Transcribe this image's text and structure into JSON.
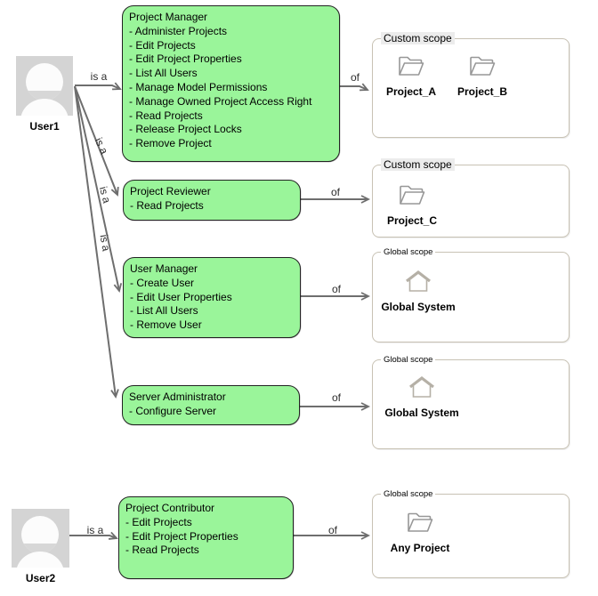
{
  "edges": {
    "is_a": "is a",
    "of": "of"
  },
  "users": [
    {
      "label": "User1",
      "icon": "user-avatar"
    },
    {
      "label": "User2",
      "icon": "user-avatar"
    }
  ],
  "roles": [
    {
      "title": "Project Manager",
      "permissions": [
        "- Administer Projects",
        "- Edit Projects",
        "- Edit Project Properties",
        "- List All Users",
        "- Manage Model Permissions",
        "- Manage Owned Project Access Right",
        "- Read Projects",
        "- Release Project Locks",
        "- Remove Project"
      ]
    },
    {
      "title": "Project Reviewer",
      "permissions": [
        "- Read Projects"
      ]
    },
    {
      "title": "User Manager",
      "permissions": [
        "- Create User",
        "- Edit User Properties",
        "- List All Users",
        "- Remove User"
      ]
    },
    {
      "title": "Server Administrator",
      "permissions": [
        "- Configure Server"
      ]
    },
    {
      "title": "Project Contributor",
      "permissions": [
        "- Edit Projects",
        "- Edit Project Properties",
        "- Read Projects"
      ]
    }
  ],
  "scopes": [
    {
      "label": "Custom scope",
      "items": [
        {
          "icon": "folder",
          "name": "Project_A"
        },
        {
          "icon": "folder",
          "name": "Project_B"
        }
      ]
    },
    {
      "label": "Custom scope",
      "items": [
        {
          "icon": "folder",
          "name": "Project_C"
        }
      ]
    },
    {
      "label": "Global scope",
      "items": [
        {
          "icon": "house",
          "name": "Global System"
        }
      ]
    },
    {
      "label": "Global scope",
      "items": [
        {
          "icon": "house",
          "name": "Global System"
        }
      ]
    },
    {
      "label": "Global scope",
      "items": [
        {
          "icon": "folder",
          "name": "Any Project"
        }
      ]
    }
  ],
  "colors": {
    "role_fill": "#9af59a",
    "role_border": "#222222",
    "arrow": "#6e6e6e",
    "scope_border": "#c8c2b4",
    "scope_label_bg": "#ececec",
    "avatar_bg": "#d4d4d4",
    "icon_gray": "#979797"
  }
}
